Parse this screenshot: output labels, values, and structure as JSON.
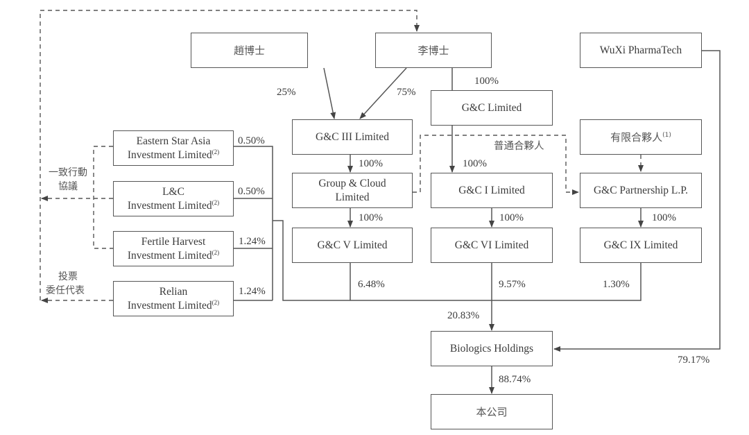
{
  "diagram": {
    "type": "shareholding-structure",
    "entities": {
      "dr_zhao": {
        "label": "趙博士"
      },
      "dr_li": {
        "label": "李博士"
      },
      "wuxi_pharmatech": {
        "label": "WuXi PharmaTech"
      },
      "gc_limited": {
        "label": "G&C Limited"
      },
      "gc_iii": {
        "label": "G&C III Limited"
      },
      "limited_partners": {
        "label": "有限合夥人",
        "note": "(1)"
      },
      "eastern_star": {
        "line1": "Eastern Star Asia",
        "line2": "Investment Limited",
        "note": "(2)"
      },
      "group_cloud": {
        "line1": "Group & Cloud",
        "line2": "Limited"
      },
      "gc_i": {
        "label": "G&C I Limited"
      },
      "gc_partnership": {
        "label": "G&C Partnership L.P."
      },
      "lc_investment": {
        "line1": "L&C",
        "line2": "Investment Limited",
        "note": "(2)"
      },
      "fertile_harvest": {
        "line1": "Fertile Harvest",
        "line2": "Investment Limited",
        "note": "(2)"
      },
      "gc_v": {
        "label": "G&C V Limited"
      },
      "gc_vi": {
        "label": "G&C VI Limited"
      },
      "gc_ix": {
        "label": "G&C IX Limited"
      },
      "relian": {
        "line1": "Relian",
        "line2": "Investment Limited",
        "note": "(2)"
      },
      "biologics_holdings": {
        "label": "Biologics Holdings"
      },
      "company": {
        "label": "本公司"
      }
    },
    "edges": {
      "zhao_to_gciii": "25%",
      "li_to_gciii": "75%",
      "li_to_gclimited": "100%",
      "gciii_to_groupcloud": "100%",
      "gclimited_to_gci": "100%",
      "groupcloud_to_gcv": "100%",
      "gci_to_gcvi": "100%",
      "partnership_to_gcix": "100%",
      "eastern_star_stake": "0.50%",
      "lc_stake": "0.50%",
      "fertile_stake": "1.24%",
      "relian_stake": "1.24%",
      "gcv_stake": "6.48%",
      "gcvi_stake": "9.57%",
      "gcix_stake": "1.30%",
      "combined_to_biologics": "20.83%",
      "wuxi_to_biologics": "79.17%",
      "biologics_to_company": "88.74%"
    },
    "annotations": {
      "general_partner": "普通合夥人",
      "concert_line1": "一致行動",
      "concert_line2": "協議",
      "proxy_line1": "投票",
      "proxy_line2": "委任代表"
    },
    "colors": {
      "line": "#555555",
      "text": "#3a3a3a",
      "background": "#ffffff"
    }
  }
}
